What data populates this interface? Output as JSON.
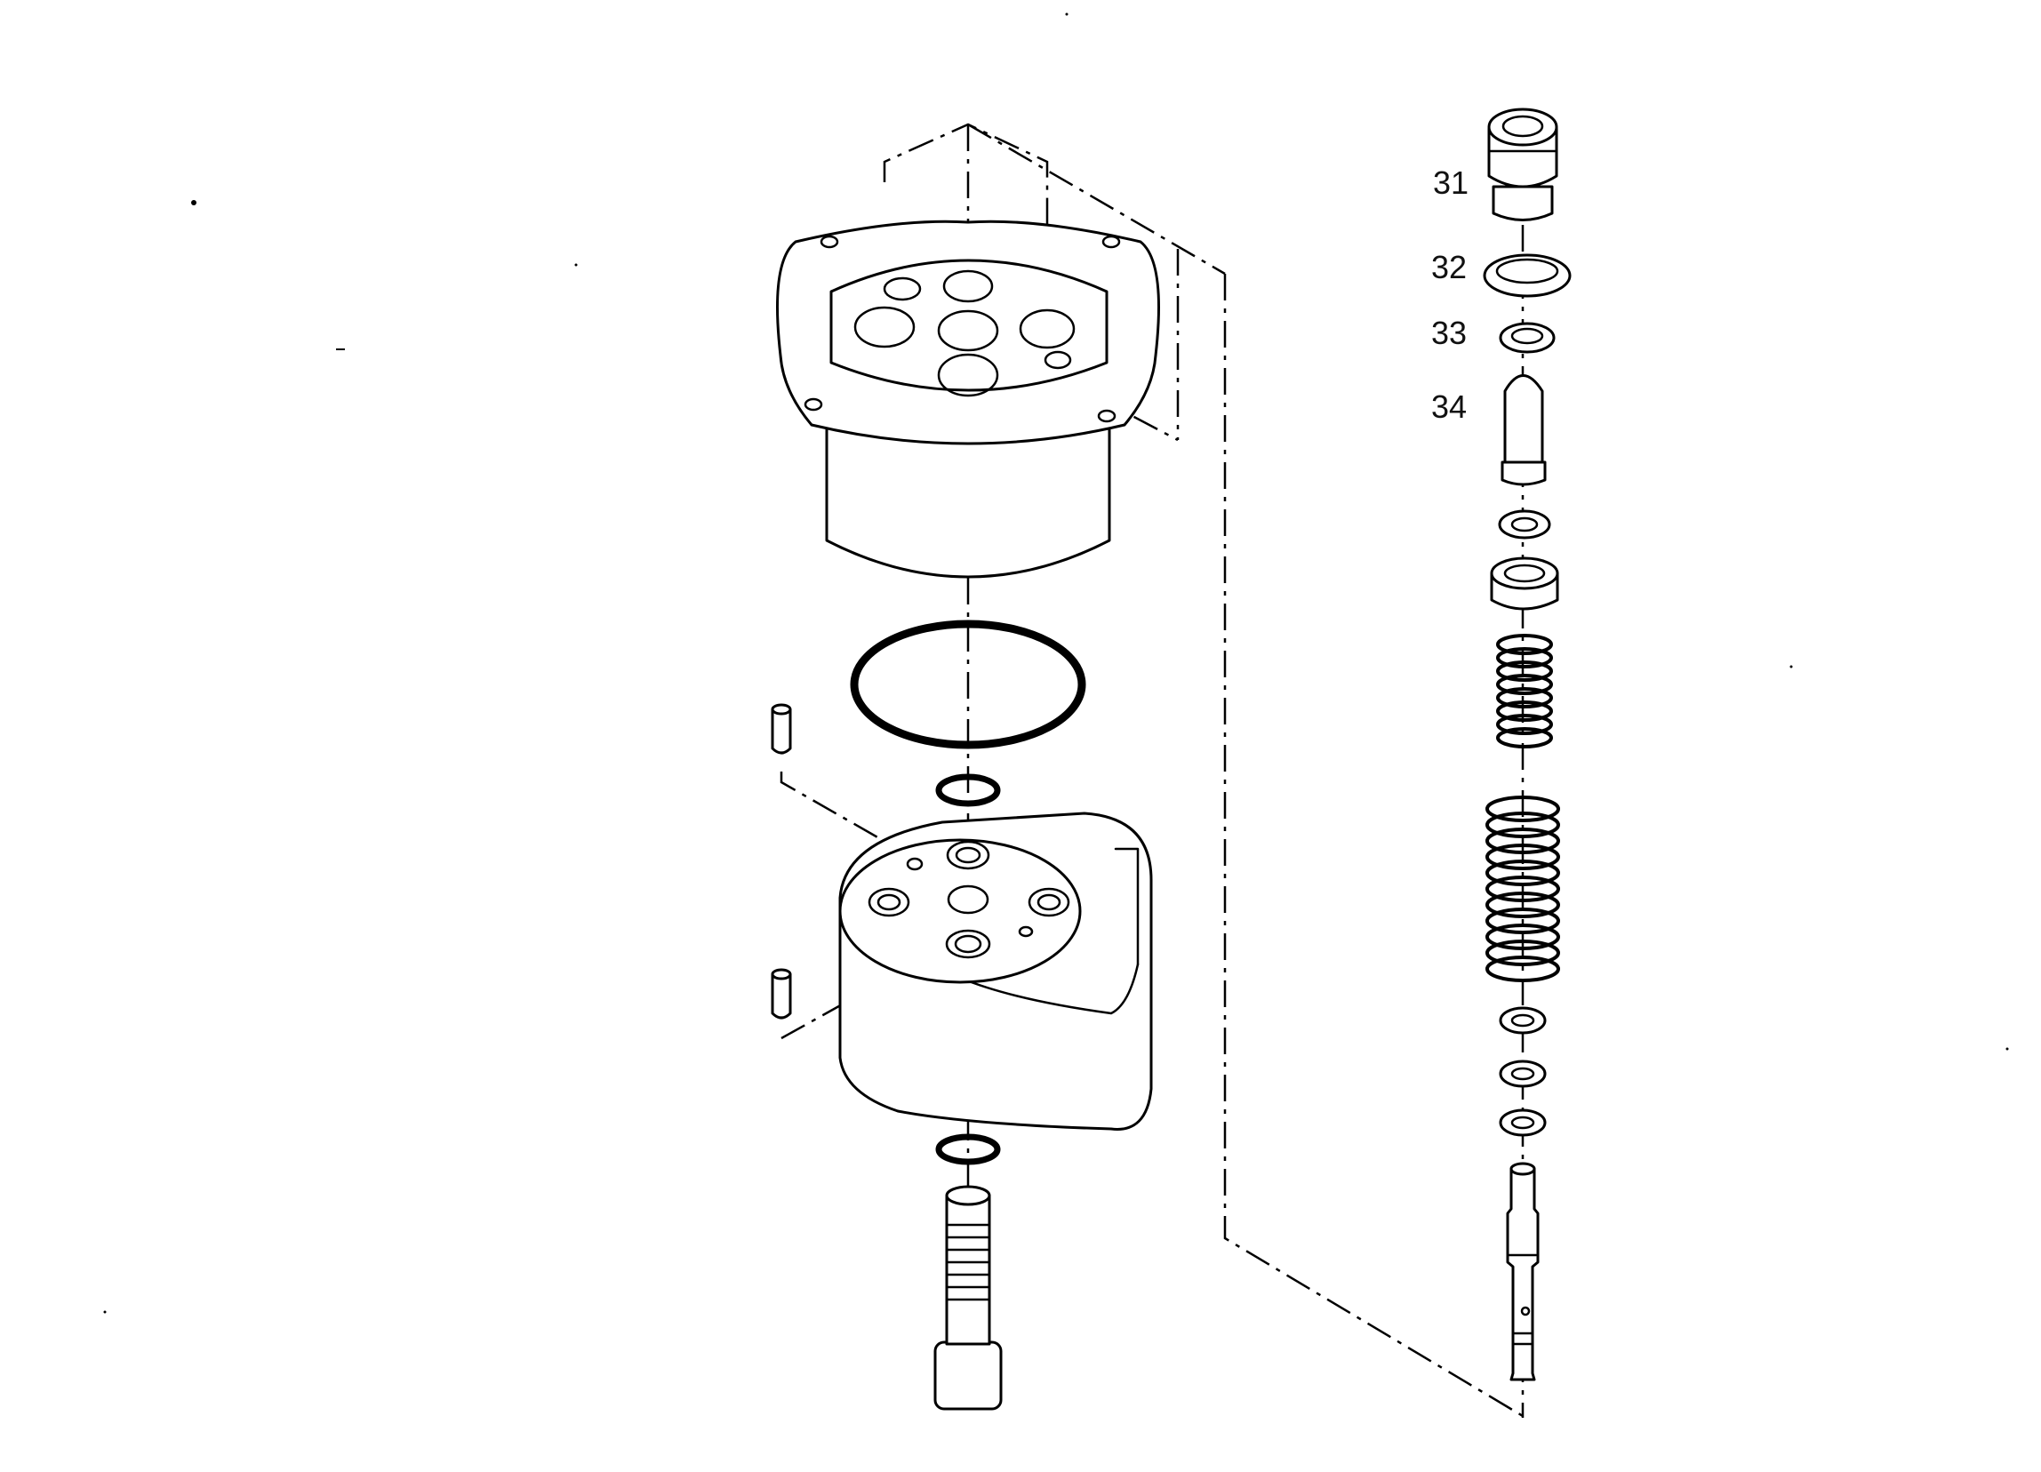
{
  "diagram": {
    "callouts": [
      {
        "id": "31",
        "text": "31"
      },
      {
        "id": "32",
        "text": "32"
      },
      {
        "id": "33",
        "text": "33"
      },
      {
        "id": "34",
        "text": "34"
      }
    ]
  },
  "colors": {
    "line": "#000000",
    "background": "#ffffff"
  }
}
